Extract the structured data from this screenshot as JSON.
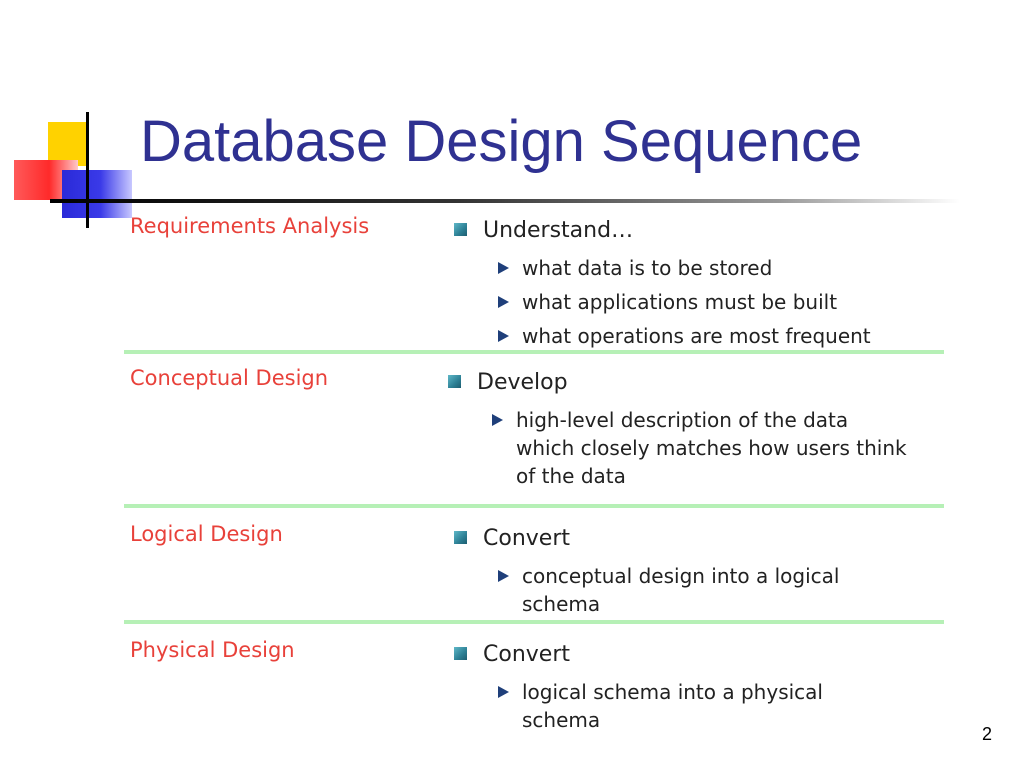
{
  "slide": {
    "title": "Database Design Sequence",
    "page_number": "2"
  },
  "stages": [
    {
      "name": "Requirements Analysis",
      "action": "Understand…",
      "details": [
        "what data is to be stored",
        "what applications must be built",
        "what operations are most frequent"
      ]
    },
    {
      "name": "Conceptual Design",
      "action": "Develop",
      "details": [
        "high-level description of the data which closely matches how users think of the data"
      ]
    },
    {
      "name": "Logical Design",
      "action": "Convert",
      "details": [
        "conceptual design into a logical schema"
      ]
    },
    {
      "name": "Physical Design",
      "action": "Convert",
      "details": [
        "logical schema into a physical schema"
      ]
    }
  ],
  "colors": {
    "title": "#2f3191",
    "stage_name": "#e8413a",
    "divider": "#b6f0b6",
    "bullet_square": "#2c7f94",
    "bullet_arrow": "#1f3f7a"
  },
  "icons": {
    "logo": "slide-logo-squares",
    "action_bullet": "square-bullet-icon",
    "detail_bullet": "arrow-bullet-icon"
  }
}
